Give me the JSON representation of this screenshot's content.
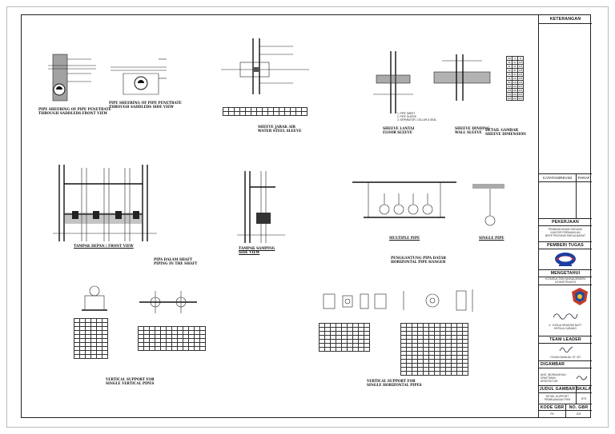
{
  "captions": {
    "c1": "PIPE SHEERING OF PIPE PENETRATE\nTHROUGH SADDLEDS FRONT VIEW",
    "c2": "PIPE SHEERING OF PIPE PENETRATE\nTHROUGH SADDLEDS SIDE VIEW",
    "c3": "SHEEVE JARAK AIR\nWATER STEEL SLEEVE",
    "c4": "SHEEVE LANTAI\nFLOOR SLEEVE",
    "c5": "SHEEVE DINDING\nWALL SLEEVE",
    "c6": "DETAIL GAMBAR\nSHEEVE DIMENSION",
    "c7": "TAMPAK DEPAN / FRONT VIEW",
    "c8": "PIPA DALAM SHAFT\nPIPING IN THE SHAFT",
    "c9": "TAMPAK SAMPING\nSIDE VIEW",
    "c10": "PENGGANTUNG PIPA DATAR\nHORIZONTAL PIPE HANGER",
    "c11": "MULTIPLE PIPE",
    "c12": "SINGLE PIPE",
    "c13": "VERTICAL SUPPORT FOR\nSINGLE VERTICAL PIPES",
    "c14": "VERTICAL SUPPORT FOR\nSINGLE HORIZONTAL PIPES"
  },
  "titleblock": {
    "keterangan": "KETERANGAN",
    "catatan": "CATATAN/REVISI",
    "paraf": "PARAF",
    "pekerjaan": "PEKERJAAN",
    "pekerjaan_text": "PEMBANGUNAN GEDUNG\nKANTOR PERWAKILAN\nBPKP PROVINSI PAPUA BARAT",
    "pemberi_tugas": "PEMBERI TUGAS",
    "mengetahui": "MENGETAHUI",
    "konsultan": "KONSULTAN MANAJEMEN\nKONSTRUKSI",
    "konsultan_name": "Ir. YOSUA HENDRIK BATT\nKEPALA CABANG",
    "team_leader": "TEAM LEADER",
    "team_leader_name": "YOHAN MANUAL ST. MT",
    "digambar": "DIGAMBAR",
    "digambar_text": "ANS. INDRIANSYAH\nDRAFTMAN ARSITEKTUR",
    "judul_gambar": "JUDUL GAMBAR",
    "skala": "SKALA",
    "judul_text": "DETAIL SUPPORT\nPEMBUANGAN PIPA",
    "skala_value": "NTS",
    "kode_gbr": "KODE GBR",
    "no_gbr": "NO. GBR",
    "kode_value": "PK",
    "no_value": "203"
  },
  "sleeve_table": {
    "headers": [
      "NO",
      "A",
      "B"
    ],
    "rows": [
      [
        "25",
        "50",
        "100"
      ],
      [
        "32",
        "65",
        "100"
      ],
      [
        "40",
        "80",
        "125"
      ],
      [
        "50",
        "80",
        "125"
      ],
      [
        "65",
        "100",
        "150"
      ],
      [
        "80",
        "125",
        "150"
      ],
      [
        "100",
        "150",
        "200"
      ],
      [
        "125",
        "150",
        "200"
      ],
      [
        "150",
        "200",
        "250"
      ],
      [
        "200",
        "250",
        "300"
      ]
    ]
  }
}
